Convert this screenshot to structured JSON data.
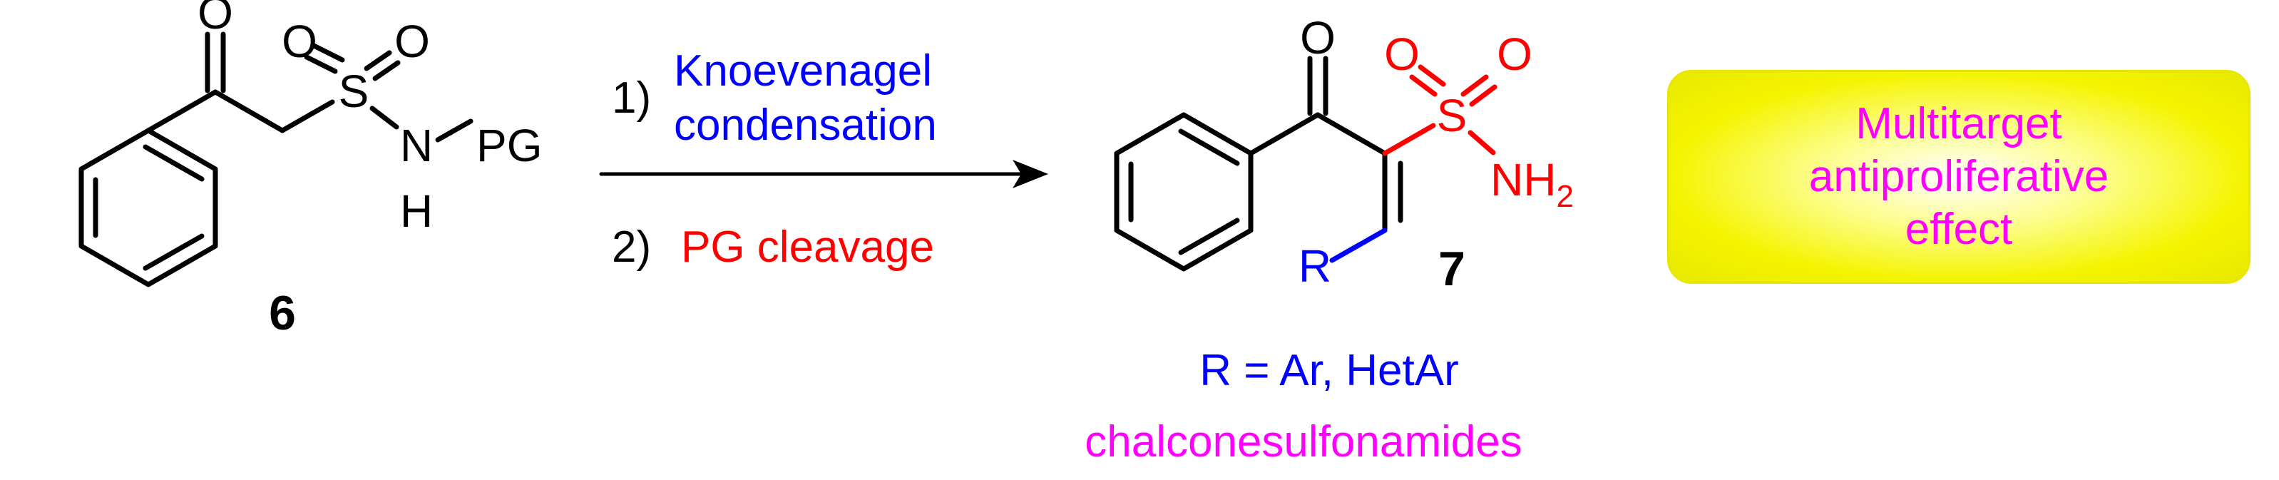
{
  "colors": {
    "black": "#000000",
    "red": "#ff0000",
    "blue": "#0000ff",
    "magenta": "#ff00ff",
    "box_yellow": "#f4f400"
  },
  "reactant": {
    "atom_o_ketone": "O",
    "atom_s": "S",
    "atom_o_left": "O",
    "atom_o_right": "O",
    "atom_n": "N",
    "atom_h": "H",
    "atom_pg": "PG",
    "compound_number": "6"
  },
  "arrow": {
    "step1_number": "1)",
    "step1_line1": "Knoevenagel",
    "step1_line2": "condensation",
    "step2_number": "2)",
    "step2_text": "PG cleavage"
  },
  "product": {
    "atom_o_ketone": "O",
    "atom_s": "S",
    "atom_o_left": "O",
    "atom_o_right": "O",
    "atom_nh": "NH",
    "atom_sub2": "2",
    "atom_r": "R",
    "compound_number": "7",
    "r_definition": "R = Ar, HetAr",
    "class_name": "chalconesulfonamides"
  },
  "effect_box": {
    "line1": "Multitarget",
    "line2": "antiproliferative",
    "line3": "effect"
  }
}
